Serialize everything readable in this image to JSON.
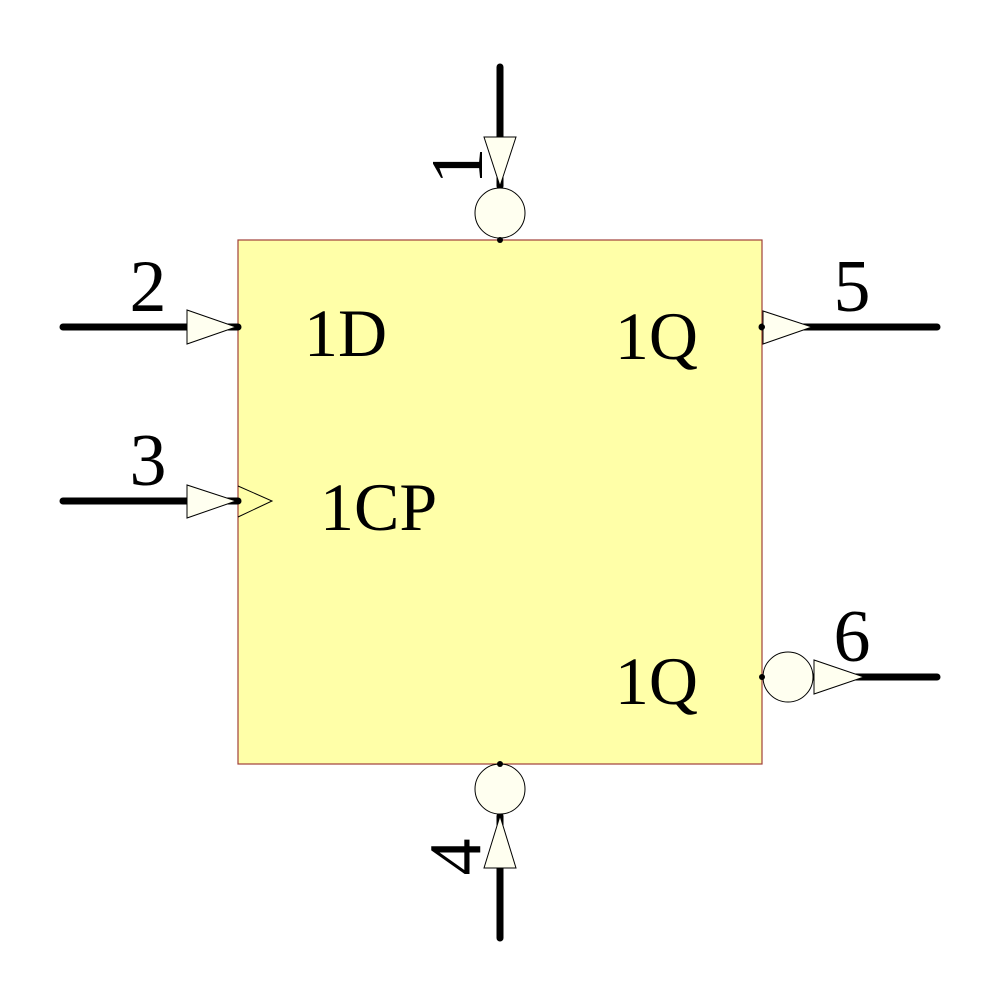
{
  "component": {
    "body_color": "#ffffa8",
    "border_color": "#a0403a",
    "pins": [
      {
        "number": "1",
        "name": "",
        "side": "top",
        "inverted": true
      },
      {
        "number": "2",
        "name": "1D",
        "side": "left",
        "inverted": false
      },
      {
        "number": "3",
        "name": "1CP",
        "side": "left",
        "inverted": false,
        "clock": true
      },
      {
        "number": "4",
        "name": "",
        "side": "bottom",
        "inverted": true
      },
      {
        "number": "5",
        "name": "1Q",
        "side": "right",
        "inverted": false
      },
      {
        "number": "6",
        "name": "1Q",
        "side": "right",
        "inverted": true
      }
    ]
  }
}
